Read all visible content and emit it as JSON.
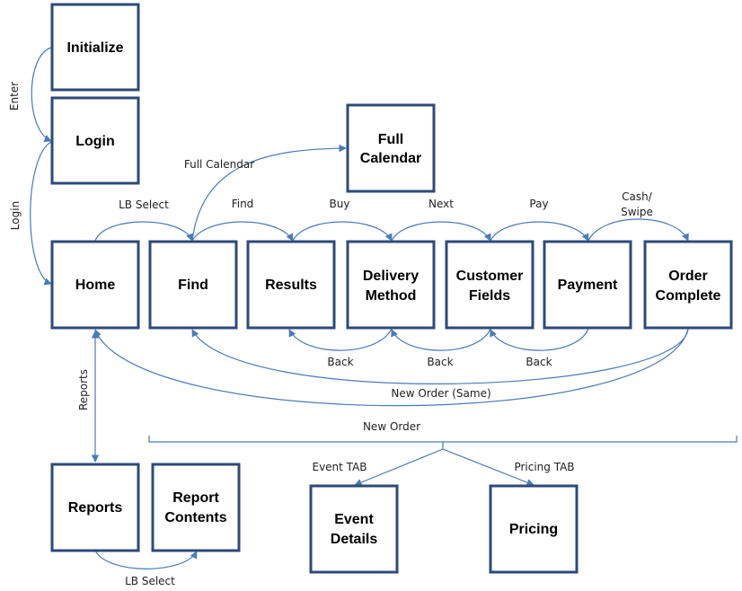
{
  "colors": {
    "box_border": "#2e4a79",
    "arrow": "#4a7ab8",
    "text": "#000000"
  },
  "nodes": {
    "initialize": [
      "Initialize"
    ],
    "login": [
      "Login"
    ],
    "full_calendar": [
      "Full",
      "Calendar"
    ],
    "home": [
      "Home"
    ],
    "find": [
      "Find"
    ],
    "results": [
      "Results"
    ],
    "delivery_method": [
      "Delivery",
      "Method"
    ],
    "customer_fields": [
      "Customer",
      "Fields"
    ],
    "payment": [
      "Payment"
    ],
    "order_complete": [
      "Order",
      "Complete"
    ],
    "reports": [
      "Reports"
    ],
    "report_contents": [
      "Report",
      "Contents"
    ],
    "event_details": [
      "Event",
      "Details"
    ],
    "pricing": [
      "Pricing"
    ]
  },
  "edge_labels": {
    "enter": "Enter",
    "login": "Login",
    "lb_select_home_find": "LB Select",
    "full_calendar": "Full Calendar",
    "find": "Find",
    "buy": "Buy",
    "next": "Next",
    "pay": "Pay",
    "cash_swipe": [
      "Cash/",
      "Swipe"
    ],
    "back_1": "Back",
    "back_2": "Back",
    "back_3": "Back",
    "new_order_same": "New Order (Same)",
    "new_order": "New Order",
    "reports": "Reports",
    "lb_select_reports": "LB Select",
    "event_tab": "Event TAB",
    "pricing_tab": "Pricing TAB"
  }
}
